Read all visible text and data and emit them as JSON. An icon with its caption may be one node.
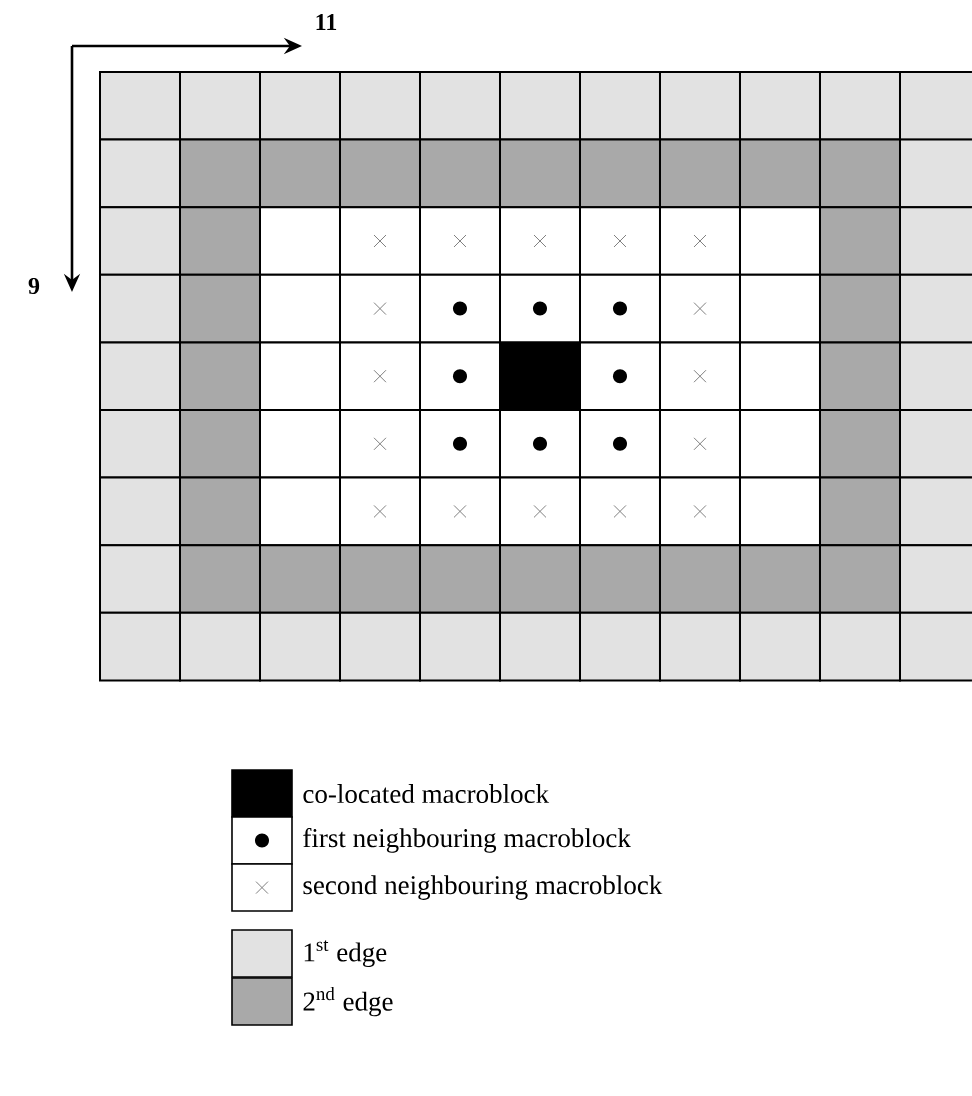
{
  "diagram": {
    "labels": [
      "11",
      "9"
    ],
    "legend": [
      {
        "text": "co-located macroblock",
        "color": "#000000"
      },
      {
        "text": "first neighbouring macroblock"
      },
      {
        "text": "second neighbouring macroblock"
      },
      {
        "text": "1$^{st}$ edge",
        "color": "#e2e2e2"
      },
      {
        "text": "2$^{nd}$ edge",
        "color": "#a9a9a9"
      }
    ]
  }
}
